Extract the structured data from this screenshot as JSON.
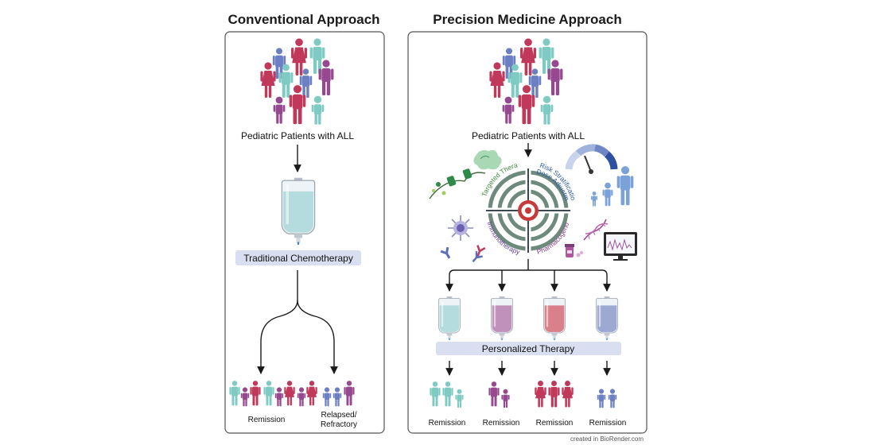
{
  "conventional": {
    "title": "Conventional Approach",
    "patients_label": "Pediatric Patients with ALL",
    "therapy_label": "Traditional Chemotherapy",
    "outcome_remission": "Remission",
    "outcome_relapsed_line1": "Relapsed/",
    "outcome_relapsed_line2": "Refractory"
  },
  "precision": {
    "title": "Precision Medicine Approach",
    "patients_label": "Pediatric Patients with ALL",
    "approaches": {
      "targeted": "Targeted Therapy",
      "risk": "Risk Stratification/",
      "dose": "Dose Adjustment",
      "immuno": "Immunotherapy",
      "pharmaco": "Pharmacogenomics"
    },
    "therapy_label": "Personalized Therapy",
    "outcomes": [
      "Remission",
      "Remission",
      "Remission",
      "Remission"
    ]
  },
  "credit": "created in BioRender.com",
  "colors": {
    "crimson": "#c0395a",
    "teal": "#7fcbc4",
    "blue": "#6b7fc2",
    "purple": "#96498f",
    "bag_teal": "#a9d6d9",
    "bag_purple": "#b77fb0",
    "bag_red": "#d66b78",
    "bag_blue": "#8f9bcc",
    "label_bar": "#d9dff0",
    "target_green": "#6e8a7c",
    "target_red": "#c73a3a"
  }
}
